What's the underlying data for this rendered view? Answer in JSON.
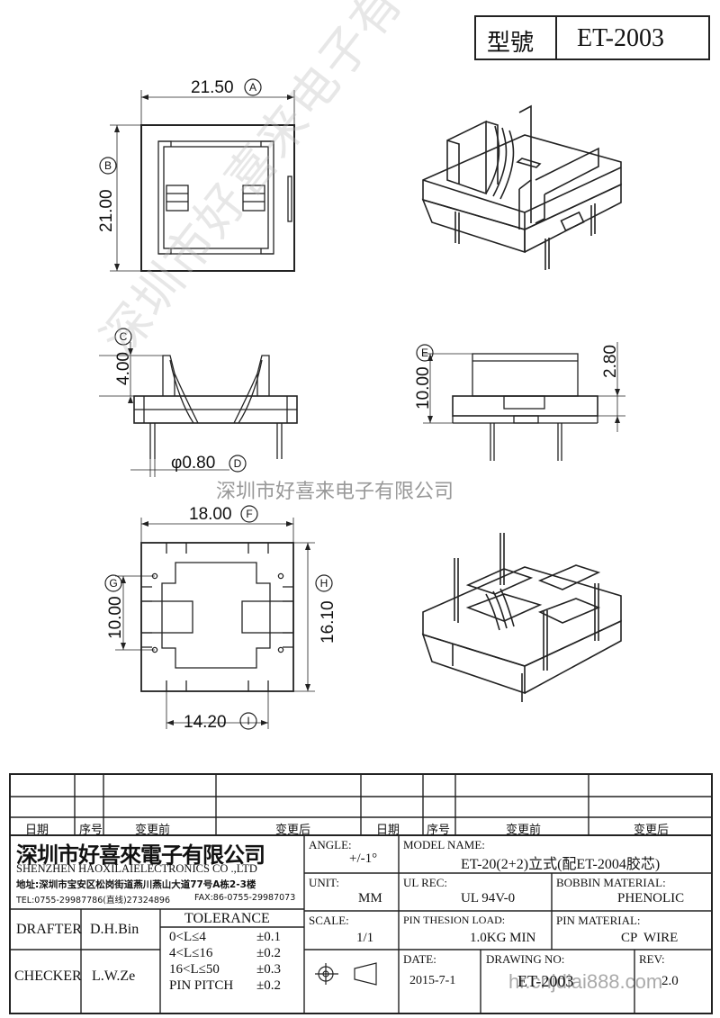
{
  "header": {
    "label": "型號",
    "model": "ET-2003"
  },
  "dims": {
    "A": "21.50",
    "B": "21.00",
    "C": "4.00",
    "D": "φ0.80",
    "E": "10.00",
    "E2": "2.80",
    "F": "18.00",
    "G": "10.00",
    "H": "16.10",
    "I": "14.20"
  },
  "circ": {
    "A": "A",
    "B": "B",
    "C": "C",
    "D": "D",
    "E": "E",
    "F": "F",
    "G": "G",
    "H": "H",
    "I": "I"
  },
  "watermark": {
    "diag": "深圳市好喜来电子有限公司",
    "center": "深圳市好喜来电子有限公司",
    "footer": "hr.cnjdiai888.com"
  },
  "revision": {
    "headers": [
      "日期",
      "序号",
      "变更前",
      "变更后",
      "日期",
      "序号",
      "变更前",
      "变更后"
    ]
  },
  "company": {
    "name_cn": "深圳市好喜來電子有限公司",
    "name_en": "SHENZHEN HAOXILAIELECTRONICS CO .,LTD",
    "address": "地址:深圳市宝安区松岗街道燕川燕山大道77号A栋2-3楼",
    "tel": "TEL:0755-29987786(直线)27324896",
    "fax": "FAX:86-0755-29987073"
  },
  "fields": {
    "angle_label": "ANGLE:",
    "angle_value": "+/-1°",
    "model_label": "MODEL NAME:",
    "model_value": "ET-20(2+2)立式(配ET-2004胶芯)",
    "unit_label": "UNIT:",
    "unit_value": "MM",
    "ul_label": "UL REC:",
    "ul_value": "UL 94V-0",
    "bobbin_label": "BOBBIN MATERIAL:",
    "bobbin_value": "PHENOLIC",
    "scale_label": "SCALE:",
    "scale_value": "1/1",
    "pin_load_label": "PIN THESION LOAD:",
    "pin_load_value": "1.0KG MIN",
    "pin_mat_label": "PIN MATERIAL:",
    "pin_mat_value": "CP  WIRE",
    "date_label": "DATE:",
    "date_value": "2015-7-1",
    "drawing_label": "DRAWING NO:",
    "drawing_value": "ET-2003",
    "rev_label": "REV:",
    "rev_value": "2.0"
  },
  "people": {
    "drafter_label": "DRAFTER",
    "drafter_value": "D.H.Bin",
    "checker_label": "CHECKER",
    "checker_value": "L.W.Ze"
  },
  "tolerance": {
    "title": "TOLERANCE",
    "rows": [
      {
        "range": "0<L≤4",
        "tol": "±0.1"
      },
      {
        "range": "4<L≤16",
        "tol": "±0.2"
      },
      {
        "range": "16<L≤50",
        "tol": "±0.3"
      },
      {
        "range": "PIN PITCH",
        "tol": "±0.2"
      }
    ]
  }
}
